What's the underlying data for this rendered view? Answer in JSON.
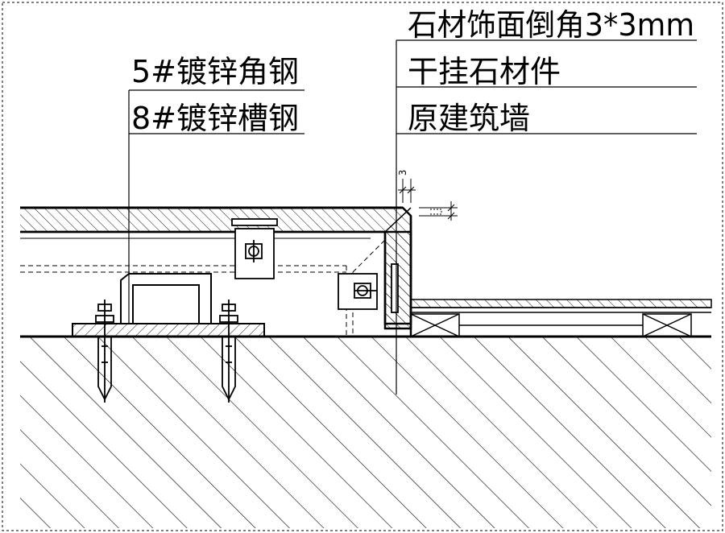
{
  "labels": {
    "left_top": "5#镀锌角钢",
    "left_bottom": "8#镀锌槽钢",
    "right_top": "石材饰面倒角3*3mm",
    "right_middle": "干挂石材件",
    "right_bottom": "原建筑墙"
  },
  "dimension": {
    "value": "3"
  },
  "colors": {
    "line": "#000000",
    "background": "#ffffff"
  }
}
